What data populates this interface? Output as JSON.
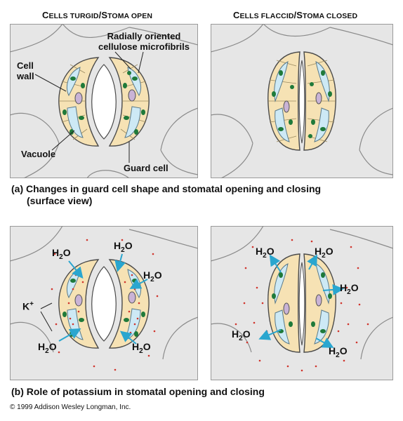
{
  "panel_a": {
    "title_open": {
      "first": "C",
      "rest": "ELLS TURGID",
      "sep": "/",
      "first2": "S",
      "rest2": "TOMA OPEN"
    },
    "title_closed": {
      "first": "C",
      "rest": "ELLS FLACCID",
      "sep": "/",
      "first2": "S",
      "rest2": "TOMA CLOSED"
    },
    "labels": {
      "microfibrils": "Radially oriented",
      "microfibrils2": "cellulose microfibrils",
      "cell": "Cell",
      "wall": "wall",
      "vacuole": "Vacuole",
      "guard_cell": "Guard cell"
    },
    "caption_line1": "(a) Changes in guard cell shape and stomatal opening and closing",
    "caption_line2": "(surface view)"
  },
  "panel_b": {
    "h2o_base": "H",
    "h2o_sub": "2",
    "h2o_tail": "O",
    "k_label": "K",
    "k_sup": "+",
    "caption": "(b) Role of potassium in stomatal opening and closing"
  },
  "copyright": "© 1999 Addison Wesley Longman, Inc.",
  "colors": {
    "background_cells": "#e6e6e6",
    "cell_outline": "#8a8a8a",
    "guard_cytoplasm": "#f6e2b4",
    "vacuole": "#cde9f5",
    "chloroplast": "#1f7a3a",
    "nucleus": "#c9b3d6",
    "arrow": "#2aa6cf",
    "potassium": "#d0342c"
  }
}
